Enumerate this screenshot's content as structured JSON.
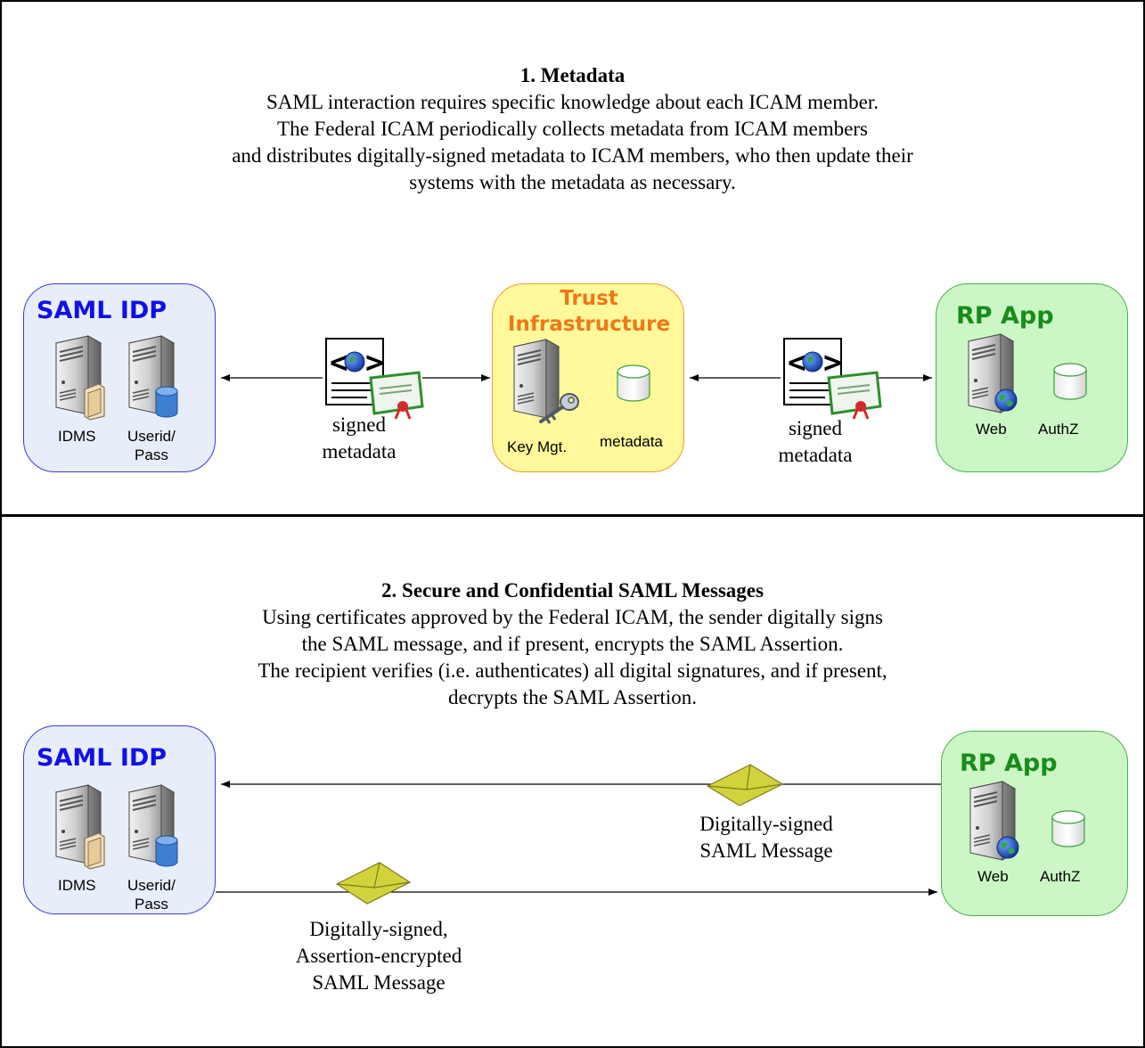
{
  "section1": {
    "title": "1. Metadata",
    "lines": [
      "SAML interaction requires specific knowledge about each ICAM member.",
      "The Federal ICAM  periodically collects metadata from ICAM members",
      "and distributes digitally-signed metadata to ICAM members, who then update their",
      "systems with the metadata as necessary."
    ],
    "idp": {
      "title": "SAML IDP",
      "idms_label": "IDMS",
      "userid_label_1": "Userid/",
      "userid_label_2": "Pass"
    },
    "trust": {
      "title_1": "Trust",
      "title_2": "Infrastructure",
      "keymgt_label": "Key Mgt.",
      "metadata_label": "metadata"
    },
    "rp": {
      "title": "RP App",
      "web_label": "Web",
      "authz_label": "AuthZ"
    },
    "left_caption": [
      "signed",
      "metadata"
    ],
    "right_caption": [
      "signed",
      "metadata"
    ]
  },
  "section2": {
    "title": "2. Secure and Confidential SAML Messages",
    "lines": [
      "Using certificates approved by the Federal ICAM, the sender digitally signs",
      "the SAML message, and  if present, encrypts the SAML Assertion.",
      "The recipient verifies (i.e. authenticates) all digital signatures, and if present,",
      "decrypts the SAML Assertion."
    ],
    "idp": {
      "title": "SAML IDP",
      "idms_label": "IDMS",
      "userid_label_1": "Userid/",
      "userid_label_2": "Pass"
    },
    "rp": {
      "title": "RP App",
      "web_label": "Web",
      "authz_label": "AuthZ"
    },
    "top_caption": [
      "Digitally-signed",
      "SAML Message"
    ],
    "bottom_caption": [
      "Digitally-signed,",
      "Assertion-encrypted",
      "SAML Message"
    ]
  },
  "colors": {
    "idp_fill": "#e7eef9",
    "idp_border": "#3b3bd6",
    "idp_title": "#1010e8",
    "trust_fill": "#fff99c",
    "trust_border": "#ef9b2a",
    "trust_title": "#f07818",
    "rp_fill": "#ccf6c6",
    "rp_border": "#46b146",
    "rp_title": "#198c19",
    "envelope": "#d2d23c"
  },
  "icons": [
    "server-icon",
    "folder-icon",
    "database-icon",
    "key-icon",
    "globe-icon",
    "certificate-icon",
    "envelope-icon"
  ]
}
